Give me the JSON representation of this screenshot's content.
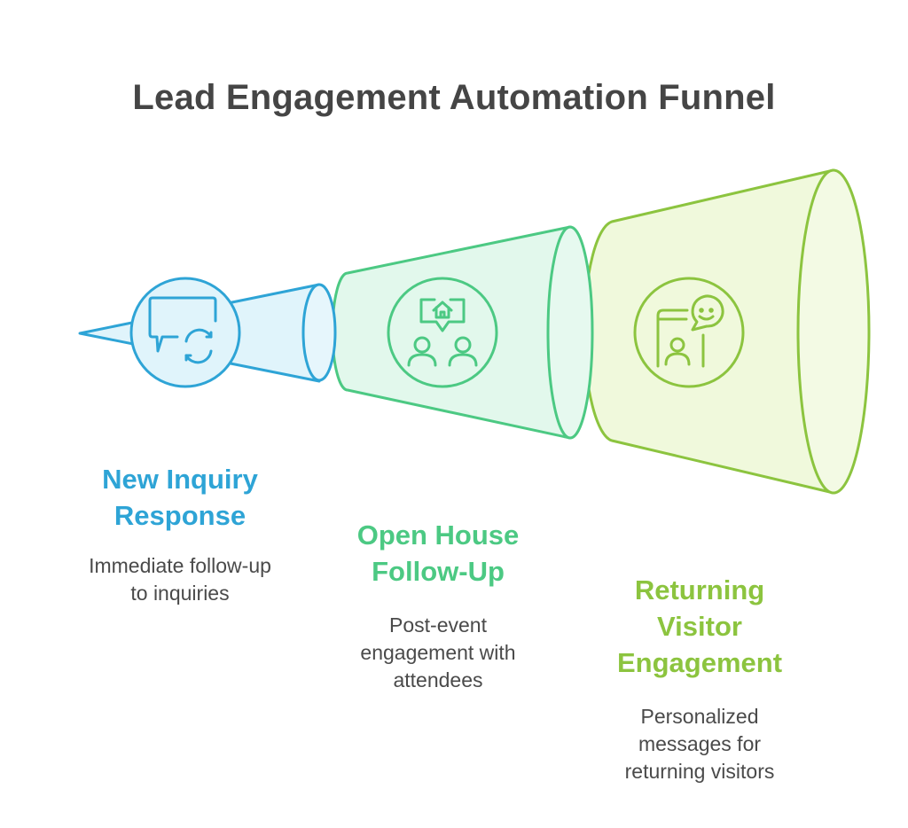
{
  "title": "Lead Engagement Automation Funnel",
  "colors": {
    "stage1_stroke": "#2ea4d6",
    "stage1_fill": "#e0f4fb",
    "stage2_stroke": "#4cc983",
    "stage2_fill": "#e2f8ec",
    "stage3_stroke": "#8cc43f",
    "stage3_fill": "#f0f9dc",
    "title_text": "#454545",
    "body_text": "#4a4a4a"
  },
  "stages": [
    {
      "icon": "chat-refresh-icon",
      "heading_lines": [
        "New Inquiry",
        "Response"
      ],
      "description_lines": [
        "Immediate follow-up",
        "to inquiries"
      ]
    },
    {
      "icon": "open-house-meeting-icon",
      "heading_lines": [
        "Open House",
        "Follow-Up"
      ],
      "description_lines": [
        "Post-event",
        "engagement with",
        "attendees"
      ]
    },
    {
      "icon": "returning-visitor-icon",
      "heading_lines": [
        "Returning",
        "Visitor",
        "Engagement"
      ],
      "description_lines": [
        "Personalized",
        "messages for",
        "returning visitors"
      ]
    }
  ]
}
